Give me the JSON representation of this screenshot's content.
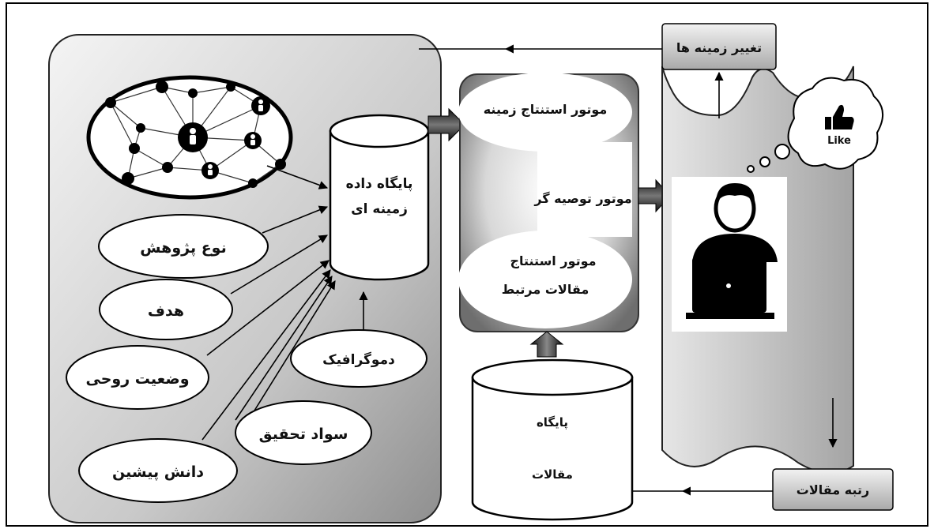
{
  "context_inputs": {
    "research_type": "نوع پژوهش",
    "goal": "هدف",
    "mood": "وضعیت روحی",
    "prior_knowledge": "دانش پیشین",
    "research_literacy": "سواد تحقیق",
    "demographic": "دموگرافیک"
  },
  "context_db": {
    "line1": "پایگاه داده",
    "line2": "زمینه ای"
  },
  "engines": {
    "context_inference": "موتور استنتاج زمینه",
    "recommender": "موتور توصیه گر",
    "related_line1": "موتور استنتاج",
    "related_line2": "مقالات مرتبط"
  },
  "articles_db": {
    "line1": "پایگاه",
    "line2": "مقالات"
  },
  "context_change": "تغییر زمینه ها",
  "article_rank": "رتبه مقالات",
  "like_label": "Like"
}
